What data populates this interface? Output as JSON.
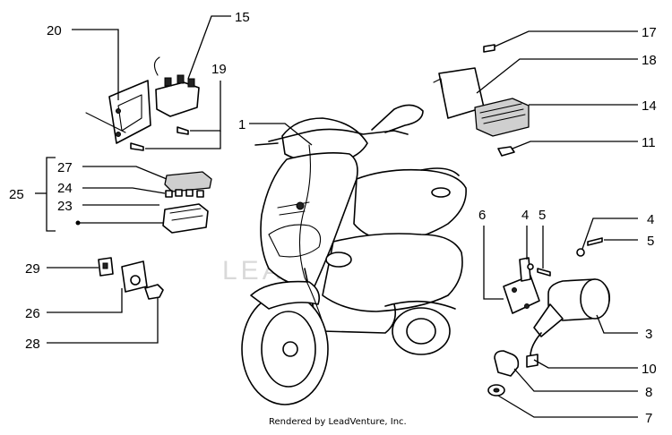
{
  "diagram": {
    "caption": "Rendered by LeadVenture, Inc.",
    "watermark": "LEADVENTURE",
    "callouts": {
      "c1": "1",
      "c3": "3",
      "c4a": "4",
      "c4b": "4",
      "c5a": "5",
      "c5b": "5",
      "c6": "6",
      "c7": "7",
      "c8": "8",
      "c10": "10",
      "c11": "11",
      "c14": "14",
      "c15": "15",
      "c17": "17",
      "c18": "18",
      "c19": "19",
      "c20": "20",
      "c23": "23",
      "c24": "24",
      "c25": "25",
      "c26": "26",
      "c27": "27",
      "c28": "28",
      "c29": "29"
    }
  }
}
